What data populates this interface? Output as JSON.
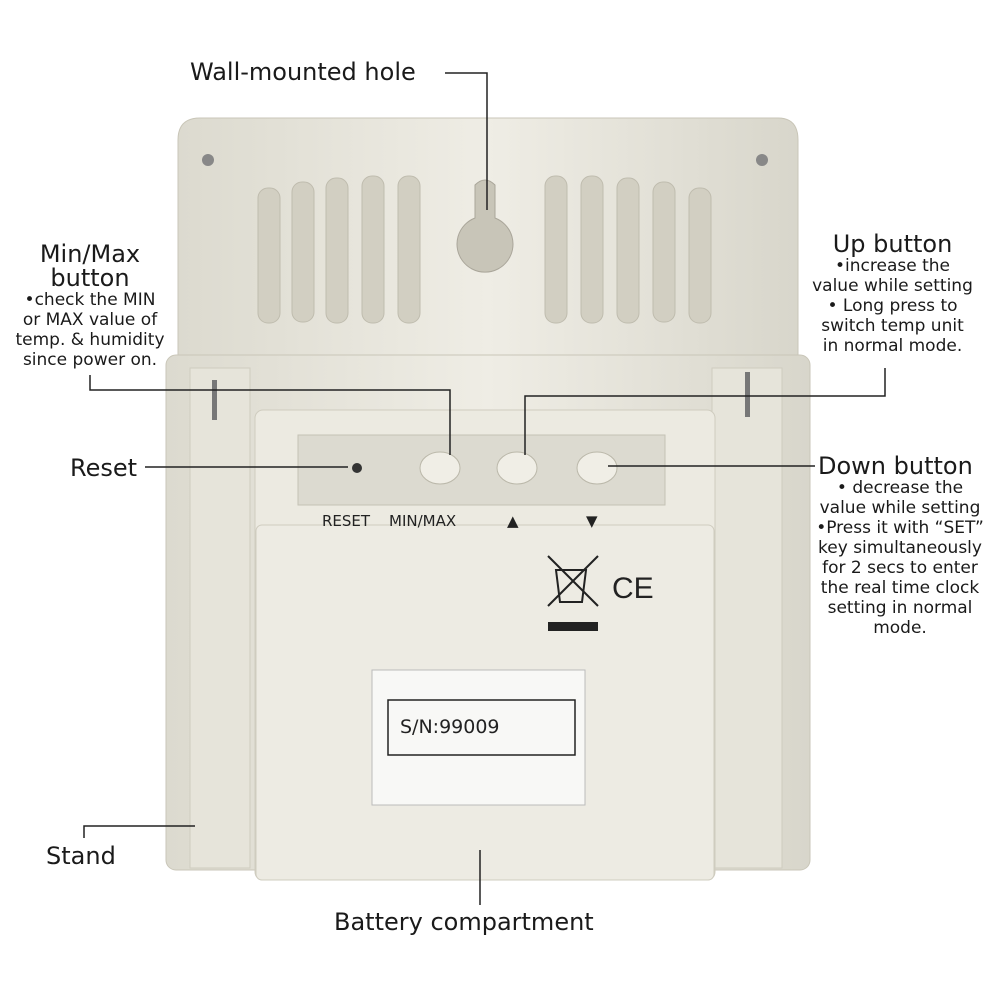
{
  "labels": {
    "wall_hole": "Wall-mounted hole",
    "minmax": {
      "title_1": "Min/Max",
      "title_2": "button",
      "lines": [
        "•check the MIN",
        "or MAX value of",
        "temp. & humidity",
        "since power on."
      ]
    },
    "up": {
      "title": "Up button",
      "lines": [
        "•increase the",
        "value while setting",
        "• Long press to",
        "switch temp unit",
        "in normal mode."
      ]
    },
    "reset": "Reset",
    "down": {
      "title": "Down button",
      "lines": [
        "• decrease the",
        "value while setting",
        "•Press it with “SET”",
        "key simultaneously",
        "for 2 secs to enter",
        "the real time clock",
        "setting in normal",
        "mode."
      ]
    },
    "stand": "Stand",
    "battery": "Battery compartment"
  },
  "device": {
    "button_labels": [
      "RESET",
      "MIN/MAX",
      "▲",
      "▼"
    ],
    "serial": "S/N:99009",
    "ce_mark": "CE",
    "body_color": "#eae8de"
  }
}
